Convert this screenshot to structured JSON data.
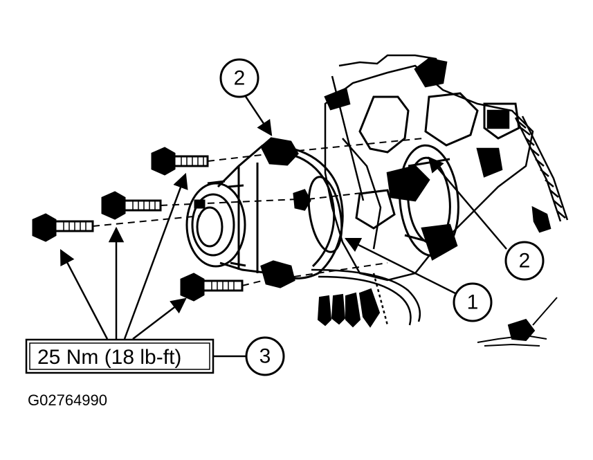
{
  "callouts": {
    "pulley_top": "2",
    "pulley_right": "2",
    "pump": "1",
    "bolts": "3"
  },
  "torque_spec": "25 Nm (18 lb-ft)",
  "figure_id": "G02764990",
  "colors": {
    "line": "#000000",
    "background": "#ffffff"
  }
}
